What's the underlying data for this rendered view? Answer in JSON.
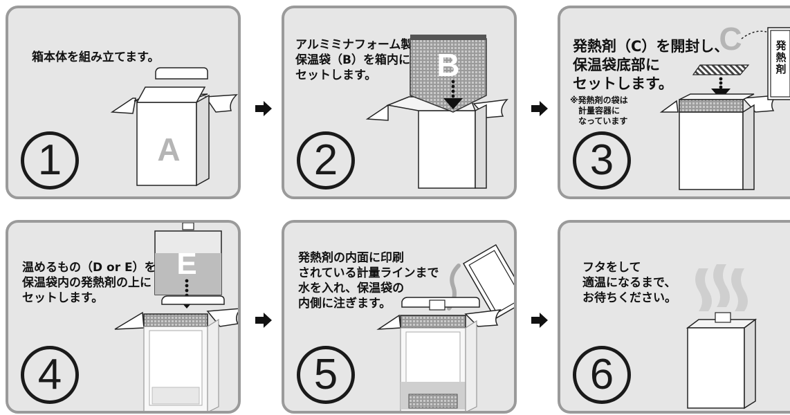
{
  "steps": [
    {
      "number": "1",
      "caption": "箱本体を組み立てます。",
      "letter": "A"
    },
    {
      "number": "2",
      "caption": "アルミミナフォーム製の\n保温袋（B）を箱内に\nセットします。",
      "letter": "B"
    },
    {
      "number": "3",
      "caption": "発熱剤（C）を開封し、\n保温袋底部に\nセットします。",
      "letter": "C",
      "note": "※発熱剤の袋は\n　計量容器に\n　なっています",
      "bag_label": [
        "発",
        "熱",
        "剤"
      ]
    },
    {
      "number": "4",
      "caption": "温めるもの（D or E）を\n保温袋内の発熱剤の上に\nセットします。",
      "letter": "E"
    },
    {
      "number": "5",
      "caption": "発熱剤の内面に印刷\nされている計量ラインまで\n水を入れ、保温袋の\n内側に注ぎます。"
    },
    {
      "number": "6",
      "caption": "フタをして\n適温になるまで、\nお待ちください。"
    }
  ],
  "colors": {
    "panel_bg": "#e6e6e6",
    "panel_border": "#9a9a9a",
    "ink": "#1a1a1a"
  }
}
